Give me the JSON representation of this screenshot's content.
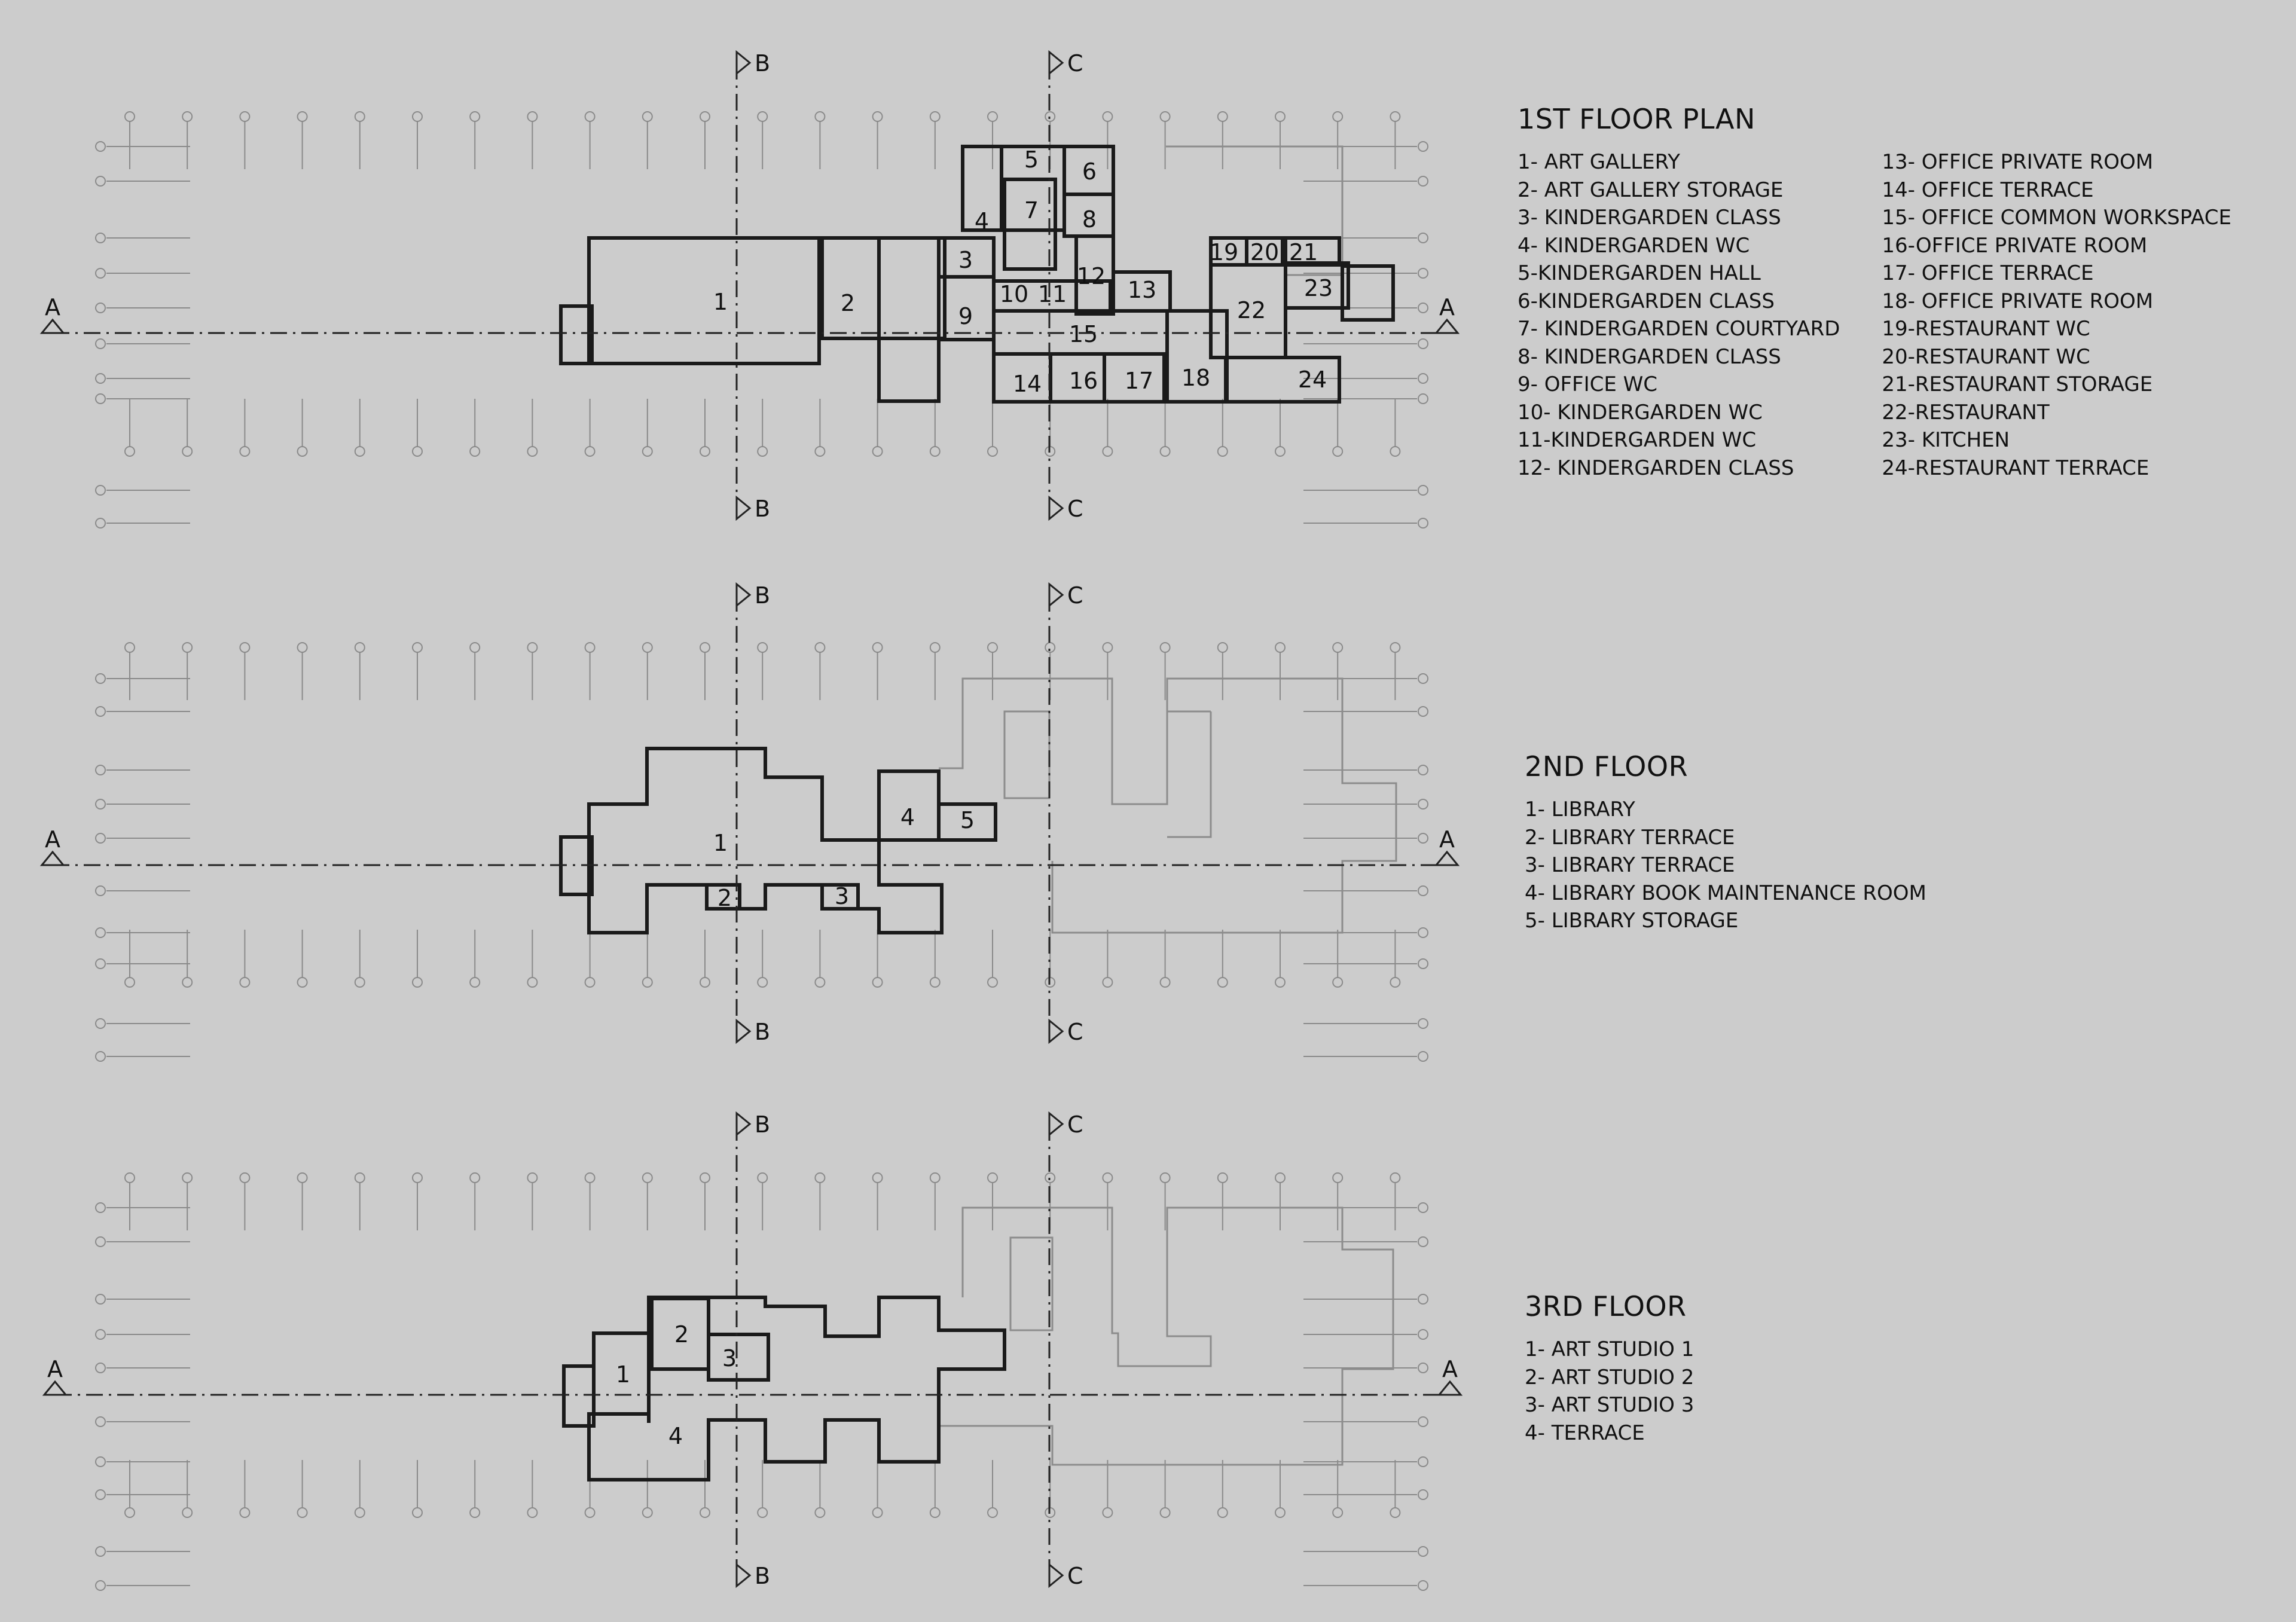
{
  "floors": [
    {
      "key": "first",
      "title": "1ST FLOOR PLAN",
      "legend": [
        "1- ART GALLERY",
        "2- ART GALLERY STORAGE",
        "3- KINDERGARDEN CLASS",
        "4- KINDERGARDEN WC",
        "5-KINDERGARDEN HALL",
        "6-KINDERGARDEN CLASS",
        "7- KINDERGARDEN COURTYARD",
        "8- KINDERGARDEN CLASS",
        "9- OFFICE WC",
        "10- KINDERGARDEN WC",
        "11-KINDERGARDEN WC",
        "12- KINDERGARDEN CLASS",
        "13- OFFICE PRIVATE ROOM",
        "14- OFFICE TERRACE",
        "15- OFFICE COMMON WORKSPACE",
        "16-OFFICE PRIVATE ROOM",
        "17- OFFICE TERRACE",
        "18- OFFICE PRIVATE ROOM",
        "19-RESTAURANT WC",
        "20-RESTAURANT WC",
        "21-RESTAURANT STORAGE",
        "22-RESTAURANT",
        "23- KITCHEN",
        "24-RESTAURANT TERRACE"
      ],
      "room_numbers": [
        "1",
        "2",
        "3",
        "4",
        "5",
        "6",
        "7",
        "8",
        "9",
        "10",
        "11",
        "12",
        "13",
        "14",
        "15",
        "16",
        "17",
        "18",
        "19",
        "20",
        "21",
        "22",
        "23",
        "24"
      ]
    },
    {
      "key": "second",
      "title": "2ND FLOOR",
      "legend": [
        "1- LIBRARY",
        "2- LIBRARY TERRACE",
        "3- LIBRARY TERRACE",
        "4- LIBRARY BOOK MAINTENANCE ROOM",
        "5- LIBRARY STORAGE"
      ],
      "room_numbers": [
        "1",
        "2",
        "3",
        "4",
        "5"
      ]
    },
    {
      "key": "third",
      "title": "3RD FLOOR",
      "legend": [
        "1- ART STUDIO 1",
        "2- ART STUDIO 2",
        "3- ART STUDIO 3",
        "4- TERRACE"
      ],
      "room_numbers": [
        "1",
        "2",
        "3",
        "4"
      ]
    }
  ],
  "section_markers": {
    "a": "A",
    "b": "B",
    "c": "C"
  },
  "colors": {
    "background": "#cccccc",
    "wall": "#1a1a1a",
    "grid": "#8a8a8a",
    "ghost": "#8c8c8c"
  }
}
